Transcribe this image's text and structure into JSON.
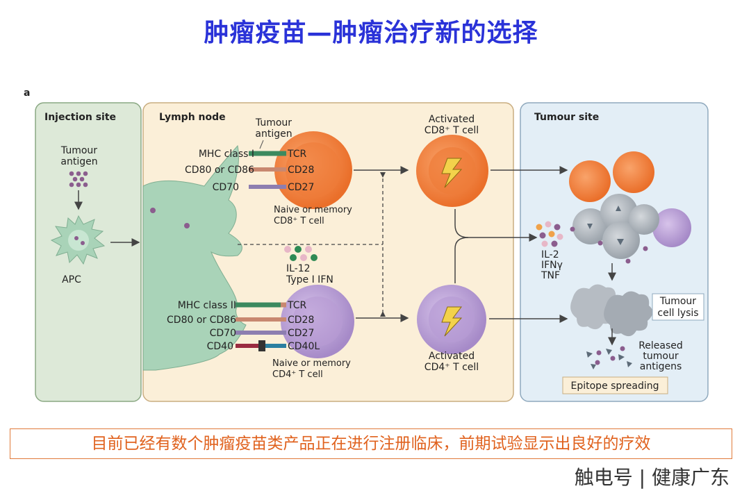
{
  "title": "肿瘤疫苗—肿瘤治疗新的选择",
  "panel_letter": "a",
  "panels": {
    "injection": "Injection site",
    "lymph": "Lymph node",
    "tumour": "Tumour site"
  },
  "injection": {
    "antigen_line1": "Tumour",
    "antigen_line2": "antigen",
    "apc": "APC"
  },
  "lymph": {
    "antigen_line1": "Tumour",
    "antigen_line2": "antigen",
    "cd8_receptors": [
      "MHC class I",
      "CD80 or CD86",
      "CD70"
    ],
    "cd8_ligands": [
      "TCR",
      "CD28",
      "CD27"
    ],
    "cd8_caption_line1": "Naive or memory",
    "cd8_caption_line2": "CD8⁺ T cell",
    "cytokine_line1": "IL-12",
    "cytokine_line2": "Type I IFN",
    "cd4_receptors": [
      "MHC class II",
      "CD80 or CD86",
      "CD70",
      "CD40"
    ],
    "cd4_ligands": [
      "TCR",
      "CD28",
      "CD27",
      "CD40L"
    ],
    "cd4_caption_line1": "Naive or memory",
    "cd4_caption_line2": "CD4⁺ T cell"
  },
  "activated": {
    "cd8_line1": "Activated",
    "cd8_line2": "CD8⁺ T cell",
    "cd4_line1": "Activated",
    "cd4_line2": "CD4⁺ T cell"
  },
  "tumour": {
    "cytokines": [
      "IL-2",
      "IFNγ",
      "TNF"
    ],
    "lysis_line1": "Tumour",
    "lysis_line2": "cell lysis",
    "released_line1": "Released",
    "released_line2": "tumour",
    "released_line3": "antigens",
    "epitope": "Epitope spreading"
  },
  "caption": "目前已经有数个肿瘤疫苗类产品正在进行注册临床，前期试验显示出良好的疗效",
  "watermark": "触电号 | 健康广东"
}
